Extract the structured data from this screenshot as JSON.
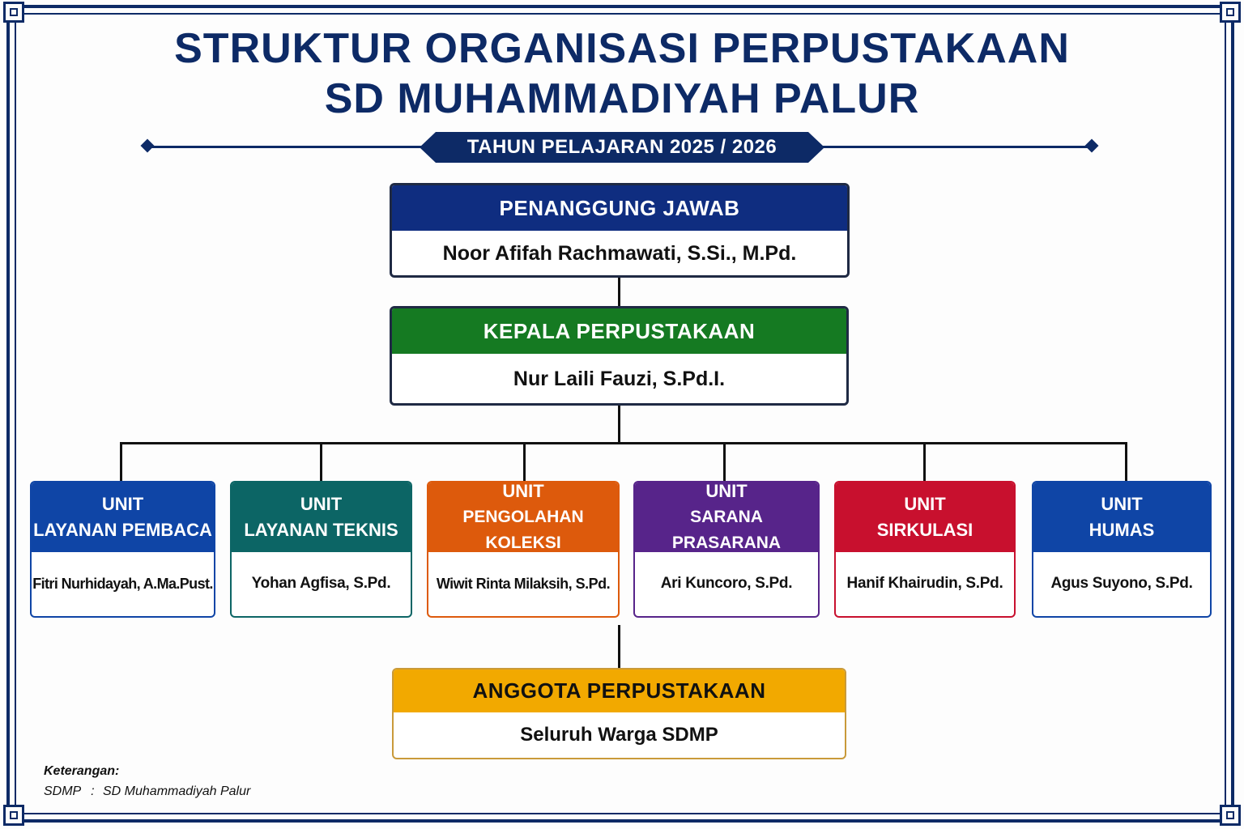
{
  "title": {
    "line1": "STRUKTUR ORGANISASI PERPUSTAKAAN",
    "line2": "SD MUHAMMADIYAH PALUR"
  },
  "year_banner": "TAHUN PELAJARAN 2025 / 2026",
  "penanggung_jawab": {
    "role": "PENANGGUNG JAWAB",
    "name": "Noor Afifah Rachmawati, S.Si., M.Pd.",
    "color": "#0f2d80"
  },
  "kepala": {
    "role": "KEPALA PERPUSTAKAAN",
    "name": "Nur Laili Fauzi, S.Pd.I.",
    "color": "#157a22"
  },
  "units": [
    {
      "line1": "UNIT",
      "line2": "LAYANAN PEMBACA",
      "name": "Fitri Nurhidayah, A.Ma.Pust.",
      "color": "#0f45a6"
    },
    {
      "line1": "UNIT",
      "line2": "LAYANAN TEKNIS",
      "name": "Yohan Agfisa, S.Pd.",
      "color": "#0c6565"
    },
    {
      "line1": "UNIT",
      "line2": "PENGOLAHAN KOLEKSI",
      "name": "Wiwit Rinta Milaksih, S.Pd.",
      "color": "#dd5a0c"
    },
    {
      "line1": "UNIT",
      "line2": "SARANA PRASARANA",
      "name": "Ari Kuncoro, S.Pd.",
      "color": "#57248a"
    },
    {
      "line1": "UNIT",
      "line2": "SIRKULASI",
      "name": "Hanif Khairudin, S.Pd.",
      "color": "#c8102e"
    },
    {
      "line1": "UNIT",
      "line2": "HUMAS",
      "name": "Agus Suyono, S.Pd.",
      "color": "#0f45a6"
    }
  ],
  "anggota": {
    "role": "ANGGOTA PERPUSTAKAAN",
    "name": "Seluruh Warga SDMP",
    "color": "#f2a900"
  },
  "note": {
    "heading": "Keterangan:",
    "abbr": "SDMP",
    "sep": ":",
    "meaning": "SD Muhammadiyah Palur"
  }
}
